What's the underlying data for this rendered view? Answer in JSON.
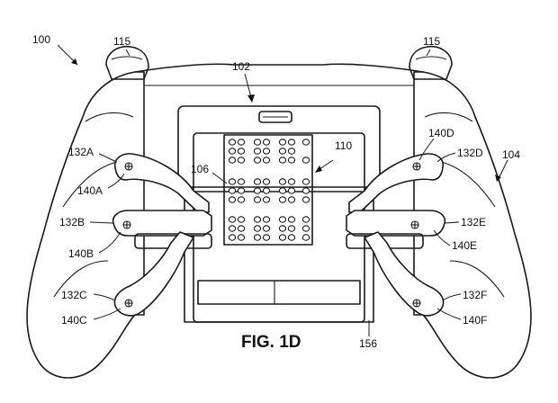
{
  "figure": {
    "caption": "FIG. 1D",
    "labels": {
      "l100": "100",
      "l115a": "115",
      "l115b": "115",
      "l102": "102",
      "l104": "104",
      "l106": "106",
      "l110": "110",
      "l132A": "132A",
      "l140A": "140A",
      "l132B": "132B",
      "l140B": "140B",
      "l132C": "132C",
      "l140C": "140C",
      "l140D": "140D",
      "l132D": "132D",
      "l132E": "132E",
      "l140E": "140E",
      "l132F": "132F",
      "l140F": "140F",
      "l156": "156"
    }
  }
}
